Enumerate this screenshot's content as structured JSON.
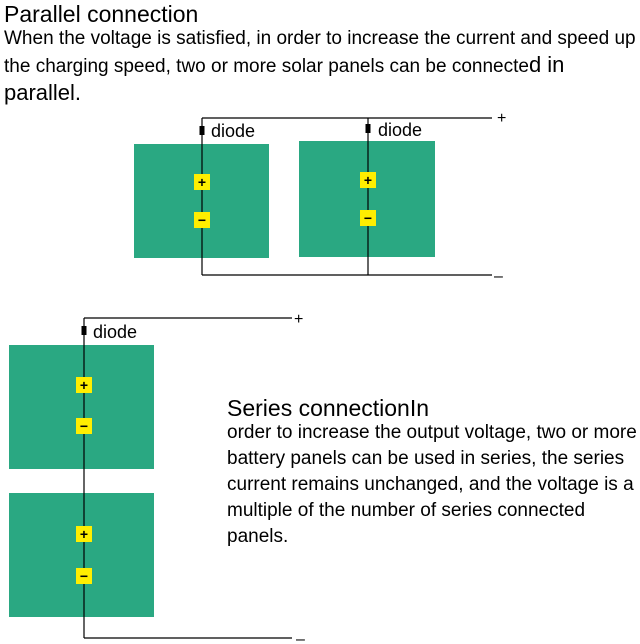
{
  "parallel": {
    "title": "Parallel connection",
    "description_main": "When the voltage is satisfied, in order to increase the current and speed up the charging speed, two or more solar panels can be connecte",
    "description_tail": "d in parallel."
  },
  "series": {
    "title": "Series connectionIn",
    "description": "order to increase the output voltage, two or more battery panels can be used in series, the series current remains unchanged, and the voltage is a multiple of the number of series connected panels."
  },
  "diagram": {
    "diode_label": "diode",
    "plus_sign": "+",
    "minus_sign": "–",
    "terminal_plus": "+",
    "terminal_minus": "−",
    "colors": {
      "panel": "#2aa882",
      "terminal": "#ffee00",
      "wire": "#000000"
    }
  }
}
